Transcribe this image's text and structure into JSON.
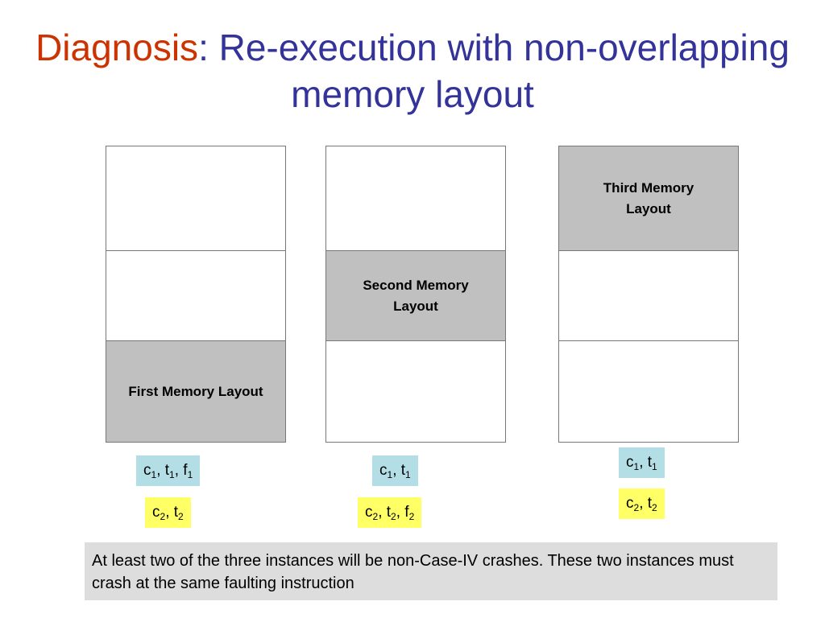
{
  "title": {
    "accent": "Diagnosis",
    "rest": ": Re-execution with non-overlapping memory layout"
  },
  "columns": [
    {
      "label": "First Memory Layout",
      "shaded_cell": 3,
      "tags": [
        {
          "color": "blue",
          "parts": [
            {
              "b": "c",
              "s": "1"
            },
            {
              "b": ", t",
              "s": "1"
            },
            {
              "b": ", f",
              "s": "1"
            }
          ]
        },
        {
          "color": "yellow",
          "parts": [
            {
              "b": "c",
              "s": "2"
            },
            {
              "b": ", t",
              "s": "2"
            }
          ]
        }
      ]
    },
    {
      "label": "Second Memory Layout",
      "shaded_cell": 2,
      "tags": [
        {
          "color": "blue",
          "parts": [
            {
              "b": "c",
              "s": "1"
            },
            {
              "b": ", t",
              "s": "1"
            }
          ]
        },
        {
          "color": "yellow",
          "parts": [
            {
              "b": "c",
              "s": "2"
            },
            {
              "b": ", t",
              "s": "2"
            },
            {
              "b": ", f",
              "s": "2"
            }
          ]
        }
      ]
    },
    {
      "label": "Third Memory Layout",
      "shaded_cell": 1,
      "tags": [
        {
          "color": "blue",
          "parts": [
            {
              "b": "c",
              "s": "1"
            },
            {
              "b": ", t",
              "s": "1"
            }
          ]
        },
        {
          "color": "yellow",
          "parts": [
            {
              "b": "c",
              "s": "2"
            },
            {
              "b": ", t",
              "s": "2"
            }
          ]
        }
      ]
    }
  ],
  "note": "At least two of the three instances will be non-Case-IV crashes. These two instances must crash at the same faulting instruction",
  "colors": {
    "title": "#333399",
    "accent": "#cc3300",
    "shaded": "#c0c0c0",
    "blue_tag": "#b3dee5",
    "yellow_tag": "#ffff66",
    "note_bg": "#dddddd"
  }
}
